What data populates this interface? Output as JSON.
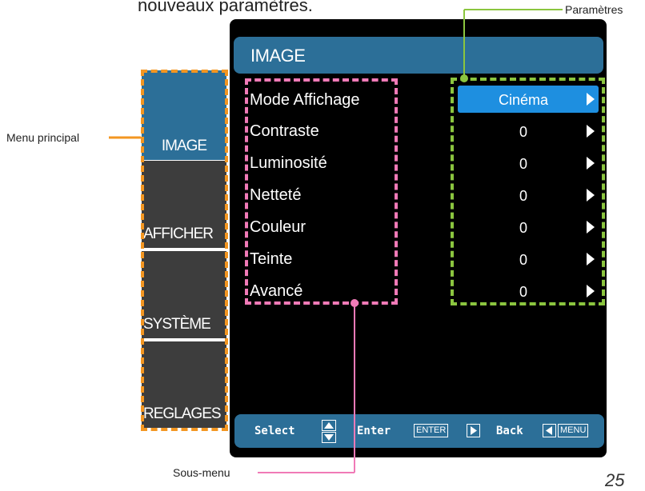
{
  "top_text": "nouveaux paramètres.",
  "osd": {
    "title": "IMAGE",
    "tabs": [
      {
        "label": "IMAGE",
        "active": true
      },
      {
        "label": "AFFICHER",
        "active": false
      },
      {
        "label": "SYSTÈME",
        "active": false
      },
      {
        "label": "REGLAGES",
        "active": false
      }
    ],
    "items": [
      {
        "label": "Mode Affichage",
        "value": "Cinéma",
        "selected": true
      },
      {
        "label": "Contraste",
        "value": "0"
      },
      {
        "label": "Luminosité",
        "value": "0"
      },
      {
        "label": "Netteté",
        "value": "0"
      },
      {
        "label": "Couleur",
        "value": "0"
      },
      {
        "label": "Teinte",
        "value": "0"
      },
      {
        "label": "Avancé",
        "value": "0"
      }
    ],
    "footer": {
      "select": "Select",
      "enter": "Enter",
      "enter_btn": "ENTER",
      "back": "Back",
      "menu_btn": "MENU"
    }
  },
  "annotations": {
    "main_menu": "Menu principal",
    "sub_menu": "Sous-menu",
    "settings": "Paramètres"
  },
  "page_number": "25",
  "colors": {
    "osd_blue": "#2c6f98",
    "highlight": "#1e8fe0",
    "tab_gray": "#3d3d3d",
    "orange": "#f39621",
    "pink": "#f07ab7",
    "green": "#8bc53f"
  }
}
